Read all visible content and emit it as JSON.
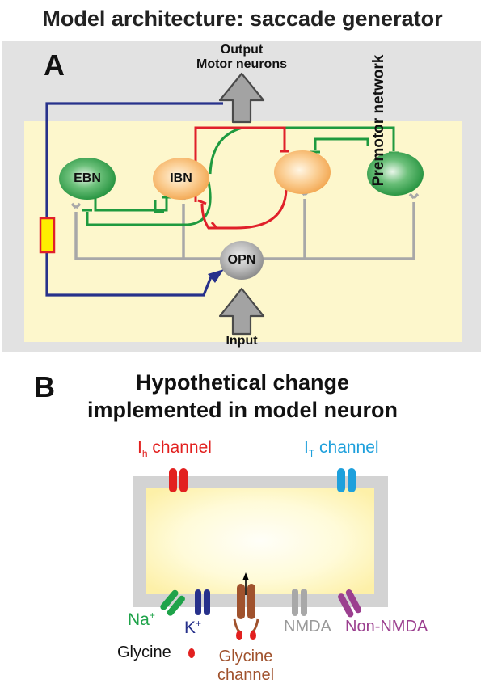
{
  "figure_title": "Model architecture: saccade generator",
  "panel_a": {
    "label": "A",
    "output_title": "Output",
    "output_subtitle": "Motor neurons",
    "side_label": "Premotor network",
    "input_label": "Input",
    "neurons": {
      "ebn": "EBN",
      "ibn": "IBN",
      "opn": "OPN"
    }
  },
  "panel_b": {
    "label": "B",
    "title_line1": "Hypothetical change",
    "title_line2": "implemented in model neuron",
    "ih_channel": {
      "main": "I",
      "sub": "h",
      "rest": " channel",
      "color": "#e2201f"
    },
    "it_channel": {
      "main": "I",
      "sub": "T",
      "rest": " channel",
      "color": "#1ea0dc"
    },
    "na": {
      "main": "Na",
      "sup": "+",
      "color": "#1fa34a"
    },
    "k": {
      "main": "K",
      "sup": "+",
      "color": "#27318b"
    },
    "glycine": "Glycine",
    "glycine_channel_line1": "Glycine",
    "glycine_channel_line2": "channel",
    "nmda": "NMDA",
    "non_nmda": "Non-NMDA"
  },
  "colors": {
    "excitatory_green": "#1f9a3f",
    "inhibitory_red": "#e0202a",
    "afferent_blue": "#27318b",
    "gray": "#a8a8a8",
    "premotor_bg": "#fdf7cc",
    "panel_a_bg": "#e2e2e2",
    "glycine_brown": "#a0522d",
    "non_nmda_purple": "#9b3f8f"
  }
}
